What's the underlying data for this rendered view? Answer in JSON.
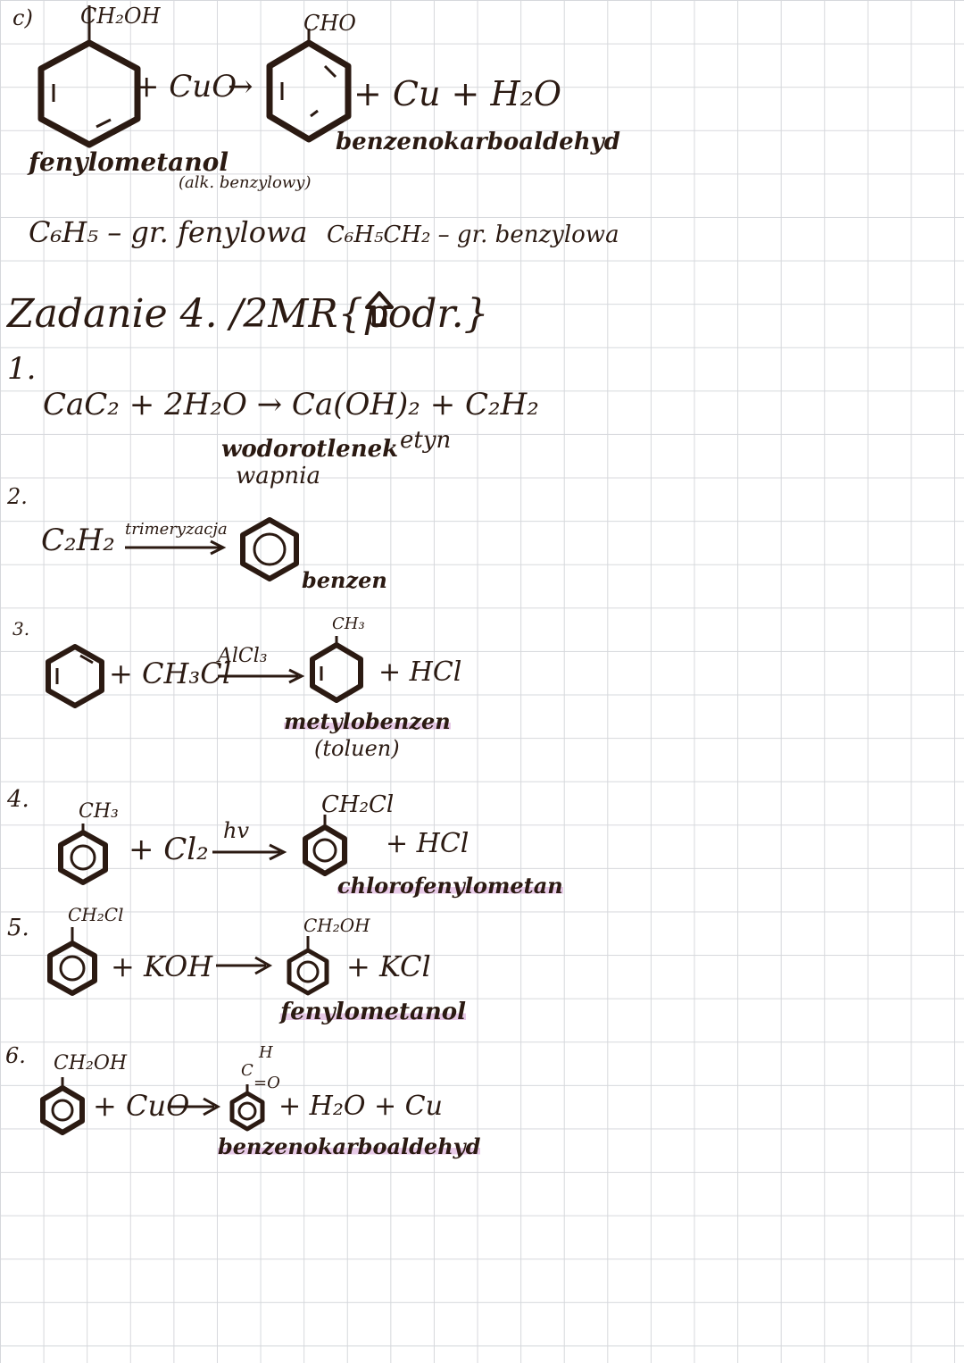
{
  "part_c": {
    "label": "c)",
    "reactant_sub": "CH₂OH",
    "plus_cuo": "+ CuO",
    "arrow": "→",
    "product_sub": "CHO",
    "products": "+ Cu + H₂O",
    "reactant_name": "fenylometanol",
    "reactant_alt": "(alk. benzylowy)",
    "product_name": "benzenokarboaldehyd",
    "group1": "C₆H₅ – gr. fenylowa",
    "group2": "C₆H₅CH₂ – gr. benzylowa"
  },
  "task": {
    "heading": "Zadanie 4. /2MR{podr.}",
    "arrow_icon": "up-arrow-icon"
  },
  "steps": [
    {
      "number": "1.",
      "equation": "CaC₂ + 2H₂O → Ca(OH)₂ + C₂H₂",
      "name1": "wodorotlenek",
      "name1b": "wapnia",
      "name2": "etyn"
    },
    {
      "number": "2.",
      "reactant": "C₂H₂",
      "condition": "trimeryzacja",
      "product_name": "benzen"
    },
    {
      "number": "3.",
      "plus": "+ CH₃Cl",
      "condition": "AlCl₃",
      "product_sub": "CH₃",
      "byproduct": "+ HCl",
      "product_name": "metylobenzen",
      "product_alt": "(toluen)"
    },
    {
      "number": "4.",
      "reactant_sub": "CH₃",
      "plus": "+ Cl₂",
      "condition": "hv",
      "product_sub": "CH₂Cl",
      "byproduct": "+ HCl",
      "product_name": "chlorofenylometan"
    },
    {
      "number": "5.",
      "reactant_sub": "CH₂Cl",
      "plus": "+ KOH",
      "product_sub": "CH₂OH",
      "byproduct": "+ KCl",
      "product_name": "fenylometanol"
    },
    {
      "number": "6.",
      "reactant_sub": "CH₂OH",
      "plus": "+ CuO",
      "product_sub_h": "H",
      "product_sub_c": "C",
      "product_sub_o": "=O",
      "byproduct": "+ H₂O + Cu",
      "product_name": "benzenokarboaldehyd"
    }
  ],
  "colors": {
    "ink": "#2b1a12",
    "highlight": "#d6a0d6",
    "grid": "#d6d8dc"
  }
}
